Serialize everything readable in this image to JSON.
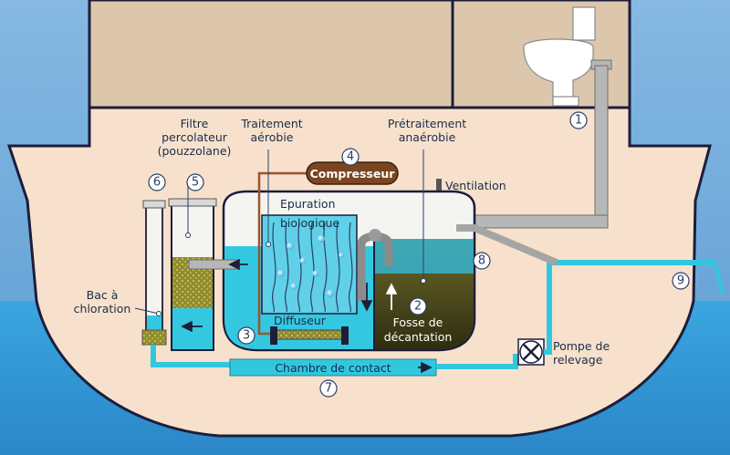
{
  "labels": {
    "filtre": [
      "Filtre",
      "percolateur",
      "(pouzzolane)"
    ],
    "traitement": [
      "Traitement",
      "aérobie"
    ],
    "pretraitement": [
      "Prétraitement",
      "anaérobie"
    ],
    "compresseur": "Compresseur",
    "ventilation": "Ventilation",
    "epuration": [
      "Epuration",
      "biologique"
    ],
    "bac": [
      "Bac à",
      "chloration"
    ],
    "diffuseur": "Diffuseur",
    "fosse": [
      "Fosse de",
      "décantation"
    ],
    "chambre": "Chambre de contact",
    "pompe": [
      "Pompe de",
      "relevage"
    ]
  },
  "numbers": [
    "1",
    "2",
    "3",
    "4",
    "5",
    "6",
    "7",
    "8",
    "9"
  ],
  "colors": {
    "sky": "#7fb3df",
    "sea": "#3aa2dd",
    "hull": "#f7e1cc",
    "cabin": "#dcc7ad",
    "outline": "#1c1e3a",
    "water": "#34c8e0",
    "sludge": "#3c3a14",
    "compressor": "#7a4520"
  }
}
